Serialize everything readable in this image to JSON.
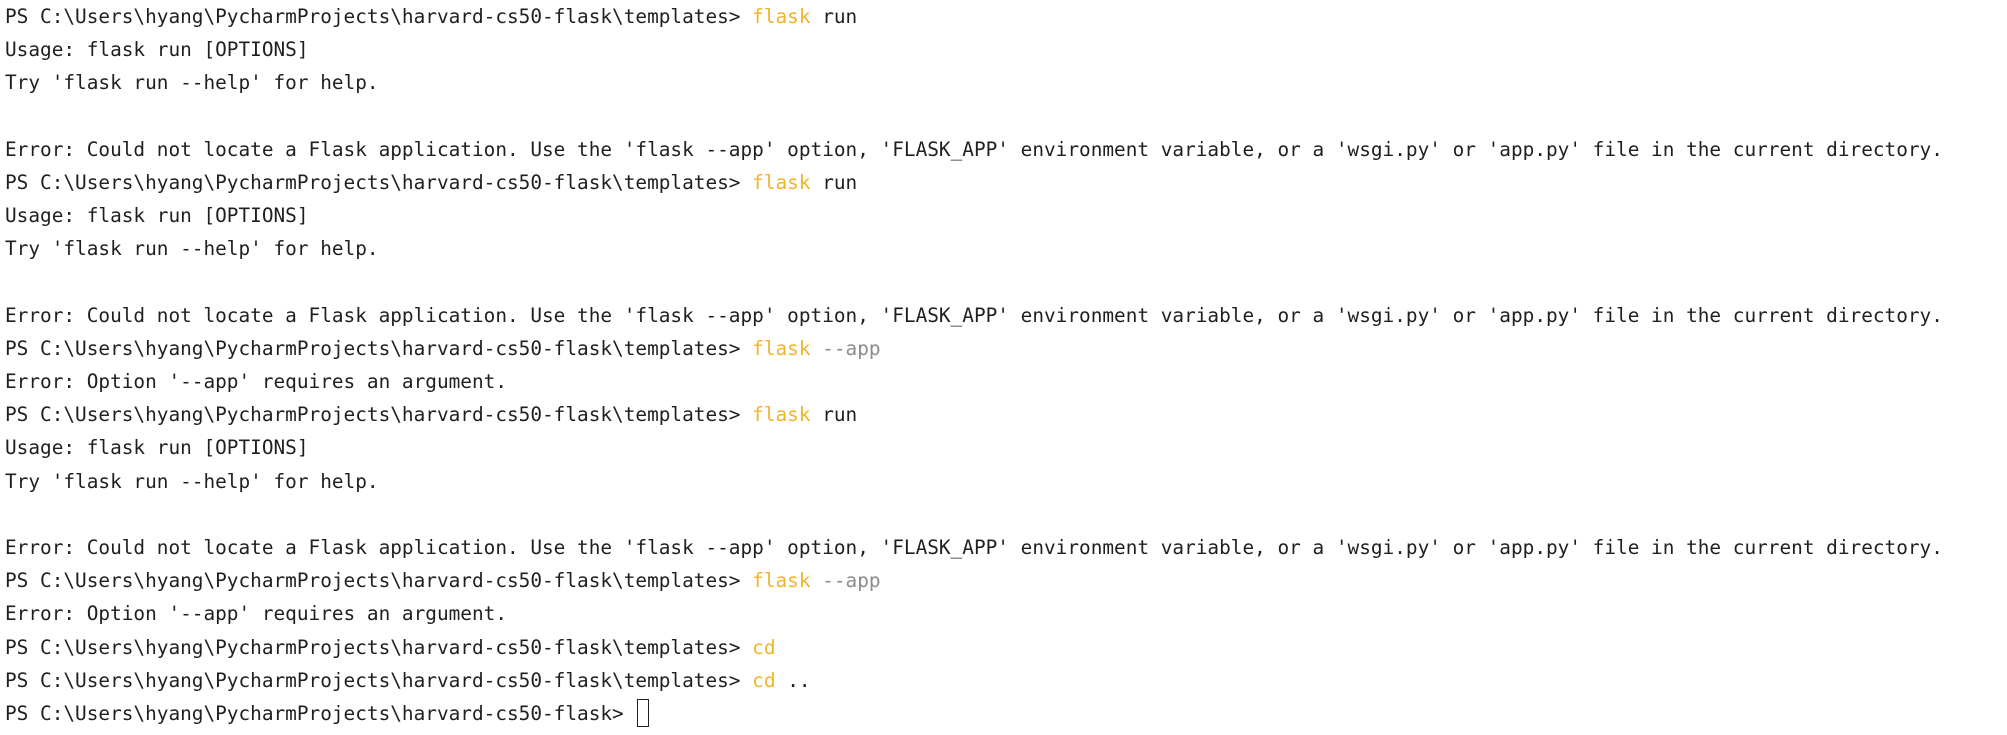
{
  "terminal": {
    "lines": [
      {
        "type": "prompt",
        "prompt": "PS C:\\Users\\hyang\\PycharmProjects\\harvard-cs50-flask\\templates> ",
        "cmd": "flask",
        "args": " run",
        "args_style": "plain"
      },
      {
        "type": "output",
        "text": "Usage: flask run [OPTIONS]"
      },
      {
        "type": "output",
        "text": "Try 'flask run --help' for help."
      },
      {
        "type": "blank",
        "text": ""
      },
      {
        "type": "output",
        "text": "Error: Could not locate a Flask application. Use the 'flask --app' option, 'FLASK_APP' environment variable, or a 'wsgi.py' or 'app.py' file in the current directory."
      },
      {
        "type": "prompt",
        "prompt": "PS C:\\Users\\hyang\\PycharmProjects\\harvard-cs50-flask\\templates> ",
        "cmd": "flask",
        "args": " run",
        "args_style": "plain"
      },
      {
        "type": "output",
        "text": "Usage: flask run [OPTIONS]"
      },
      {
        "type": "output",
        "text": "Try 'flask run --help' for help."
      },
      {
        "type": "blank",
        "text": ""
      },
      {
        "type": "output",
        "text": "Error: Could not locate a Flask application. Use the 'flask --app' option, 'FLASK_APP' environment variable, or a 'wsgi.py' or 'app.py' file in the current directory."
      },
      {
        "type": "prompt",
        "prompt": "PS C:\\Users\\hyang\\PycharmProjects\\harvard-cs50-flask\\templates> ",
        "cmd": "flask",
        "args": " --app",
        "args_style": "gray"
      },
      {
        "type": "output",
        "text": "Error: Option '--app' requires an argument."
      },
      {
        "type": "prompt",
        "prompt": "PS C:\\Users\\hyang\\PycharmProjects\\harvard-cs50-flask\\templates> ",
        "cmd": "flask",
        "args": " run",
        "args_style": "plain"
      },
      {
        "type": "output",
        "text": "Usage: flask run [OPTIONS]"
      },
      {
        "type": "output",
        "text": "Try 'flask run --help' for help."
      },
      {
        "type": "blank",
        "text": ""
      },
      {
        "type": "output",
        "text": "Error: Could not locate a Flask application. Use the 'flask --app' option, 'FLASK_APP' environment variable, or a 'wsgi.py' or 'app.py' file in the current directory."
      },
      {
        "type": "prompt",
        "prompt": "PS C:\\Users\\hyang\\PycharmProjects\\harvard-cs50-flask\\templates> ",
        "cmd": "flask",
        "args": " --app",
        "args_style": "gray"
      },
      {
        "type": "output",
        "text": "Error: Option '--app' requires an argument."
      },
      {
        "type": "prompt",
        "prompt": "PS C:\\Users\\hyang\\PycharmProjects\\harvard-cs50-flask\\templates> ",
        "cmd": "cd",
        "args": "",
        "args_style": "plain"
      },
      {
        "type": "prompt",
        "prompt": "PS C:\\Users\\hyang\\PycharmProjects\\harvard-cs50-flask\\templates> ",
        "cmd": "cd",
        "args": " ..",
        "args_style": "plain"
      },
      {
        "type": "prompt",
        "prompt": "PS C:\\Users\\hyang\\PycharmProjects\\harvard-cs50-flask> ",
        "cmd": "",
        "args": "",
        "args_style": "plain",
        "cursor": true
      }
    ]
  },
  "colors": {
    "background": "#ffffff",
    "text": "#1f1f1f",
    "command": "#f0b429",
    "argument_gray": "#8c8c8c"
  }
}
